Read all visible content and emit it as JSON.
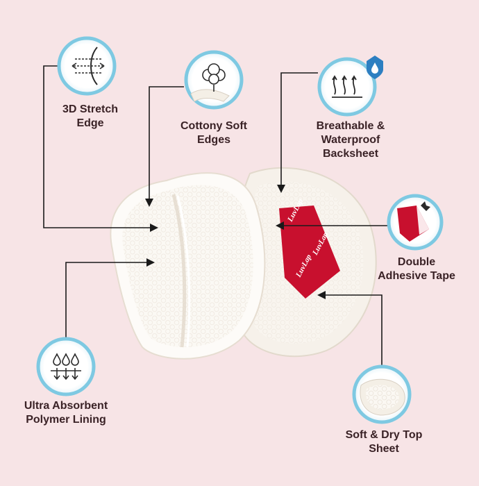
{
  "features": [
    {
      "id": "stretch",
      "line1": "3D Stretch",
      "line2": "Edge",
      "icon": "stretch-edge-icon"
    },
    {
      "id": "cottony",
      "line1": "Cottony Soft",
      "line2": "Edges",
      "icon": "cotton-icon"
    },
    {
      "id": "breathable",
      "line1": "Breathable &",
      "line2": "Waterproof",
      "line3": "Backsheet",
      "icon": "breathable-backsheet-icon"
    },
    {
      "id": "adhesive",
      "line1": "Double",
      "line2": "Adhesive Tape",
      "icon": "adhesive-tape-icon"
    },
    {
      "id": "absorbent",
      "line1": "Ultra Absorbent",
      "line2": "Polymer Lining",
      "icon": "water-drops-icon"
    },
    {
      "id": "topsheet",
      "line1": "Soft & Dry Top",
      "line2": "Sheet",
      "icon": "top-sheet-icon"
    }
  ],
  "product": {
    "tape_text": "LuvLap"
  },
  "colors": {
    "background": "#f7e4e6",
    "icon_ring": "#7ec9e2",
    "line": "#1a1a1a",
    "label": "#3a2226",
    "tape": "#c8102e"
  }
}
